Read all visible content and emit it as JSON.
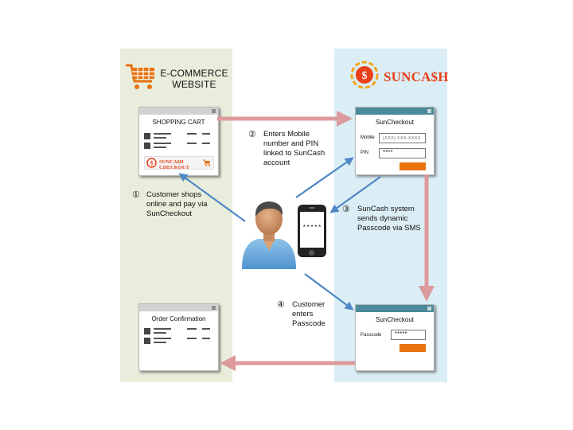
{
  "header": {
    "ecommerce_title": "E-COMMERCE WEBSITE",
    "logo_brand": "SUNCA$H"
  },
  "shopping_cart": {
    "title": "SHOPPING CART",
    "checkout_button": "SUNCA$H CHECKOUT"
  },
  "checkout1": {
    "title": "SunCheckout",
    "mobile_label": "Mobile",
    "mobile_placeholder": "(XXX) XXX-XXXX",
    "pin_label": "PIN",
    "pin_value": "****"
  },
  "checkout2": {
    "title": "SunCheckout",
    "passcode_label": "Passcode",
    "passcode_value": "*****"
  },
  "order": {
    "title": "Order Confirmation"
  },
  "phone": {
    "screen_text": "*****"
  },
  "steps": [
    {
      "num": "①",
      "text": "Customer shops online and pay via SunCheckout"
    },
    {
      "num": "②",
      "text": "Enters Mobile number and PIN linked to SunCash account"
    },
    {
      "num": "③",
      "text": "SunCash system sends dynamic Passcode via SMS"
    },
    {
      "num": "④",
      "text": "Customer enters Passcode"
    }
  ],
  "colors": {
    "left_panel": "#e9eedc",
    "right_panel": "#dbeef5",
    "pink_arrow": "#dc9a9d",
    "blue_arrow": "#4f87c6",
    "brand_orange": "#e8730f",
    "brand_red": "#e9401a"
  }
}
